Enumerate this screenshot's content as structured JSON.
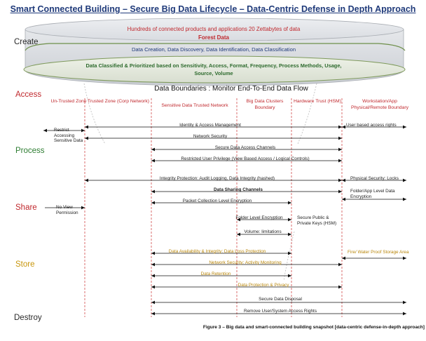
{
  "title": "Smart Connected Building – Secure Big Data Lifecycle – Data-Centric Defense in Depth Approach",
  "caption": "Figure 3 – Big data and smart-connected building snapshot [data-centric defense-in-depth approach]",
  "cylinder": {
    "line1": "Hundreds of connected products and applications 20 Zettabytes of data",
    "line2": "Forest Data",
    "line3": "Data Creation,  Data Discovery,  Data Identification,   Data Classification",
    "line4": "Data Classified & Prioritized based on Sensitivity, Access, Format, Frequency, Process Methods, Usage,",
    "line5": "Source, Volume"
  },
  "boundaries": "Data Boundaries  : Monitor End-To-End Data Flow",
  "stages": {
    "create": "Create",
    "access": "Access",
    "process": "Process",
    "share": "Share",
    "store": "Store",
    "destroy": "Destroy"
  },
  "zones": {
    "untrusted": "Un-Trusted Zone",
    "trusted": "Trusted Zone (Corp Network)",
    "sensitive": "Sensitive Data Trusted Network",
    "bigdata": "Big Data Clusters Boundary",
    "hardware": "Hardware Trust (HSM)",
    "workstation": "Workstation/App Physical/Remote Boundary"
  },
  "labels": {
    "restrict": "Restrict Accessing Sensitive Data",
    "no_view": "No View Permission",
    "identity": "Identity & Access Management",
    "user_rights": "User based access rights",
    "network_security": "Network Security",
    "secure_channels": "Secure Data  Access Channels",
    "restricted_privilege": "Restricted User Privilege (View Based Access / Logical Controls)",
    "integrity_bold": "Integrity Protection:",
    "integrity_rest": " Audit Logging, Data Integrity (hashed)",
    "physical_locks": "Physical Security: Locks",
    "sharing_channels": "Data Sharing Channels",
    "folder_app": "Folder/App Level Data Encryption",
    "packet_encryption": "Packet Collection Level Encryption",
    "folder_level": "Folder Level Encryption",
    "secure_keys": "Secure Public & Private Keys (HSM)",
    "volume_bold": "Volume",
    "volume_rest": ": limitations",
    "availability": "Data Availability & Integrity: Data Loss Protection",
    "fire": "Fire/ Water Proof Storage Area",
    "activity": "Network Security: Activity Monitoring",
    "retention": "Data Retention",
    "protection": "Data Protection & Privacy",
    "disposal": "Secure Data Disposal",
    "remove_rights": "Remove User/System Access Rights"
  },
  "colors": {
    "title": "#1f3a7a",
    "zone_text": "#c0282d",
    "create": "#2b2b2b",
    "access": "#c0282d",
    "process": "#2e7d32",
    "share": "#c0282d",
    "store": "#c8960c",
    "destroy": "#2b2b2b",
    "cyl_red": "#c0282d",
    "cyl_blue": "#1f3a7a",
    "cyl_green": "#2e6b2e",
    "boundary_line": "#d24a4a"
  }
}
